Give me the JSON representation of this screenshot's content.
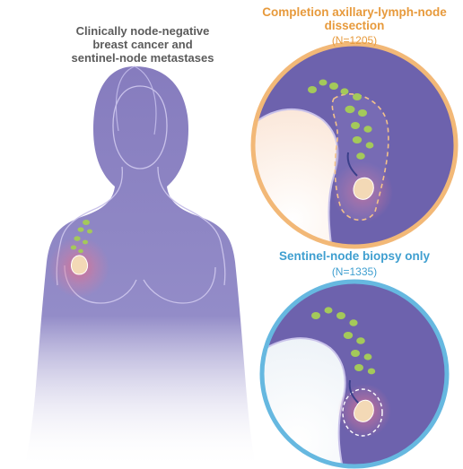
{
  "figure": {
    "title_lines": [
      "Clinically node-negative",
      "breast cancer and",
      "sentinel-node metastases"
    ],
    "arms": [
      {
        "title_lines": [
          "Completion axillary-lymph-node",
          "dissection"
        ],
        "n_label": "(N=1205)",
        "ring_color": "#f2b877"
      },
      {
        "title_lines": [
          "Sentinel-node biopsy only"
        ],
        "n_label": "(N=1335)",
        "ring_color": "#66b8e0"
      }
    ]
  },
  "colors": {
    "body": "#8e86c5",
    "body_outline": "#c9c2ea",
    "lymph_node": "#a4c95a",
    "tumor": "#f3d9b6",
    "tumor_glow": "#e0708a",
    "circle_bg": "#6d62ad"
  }
}
